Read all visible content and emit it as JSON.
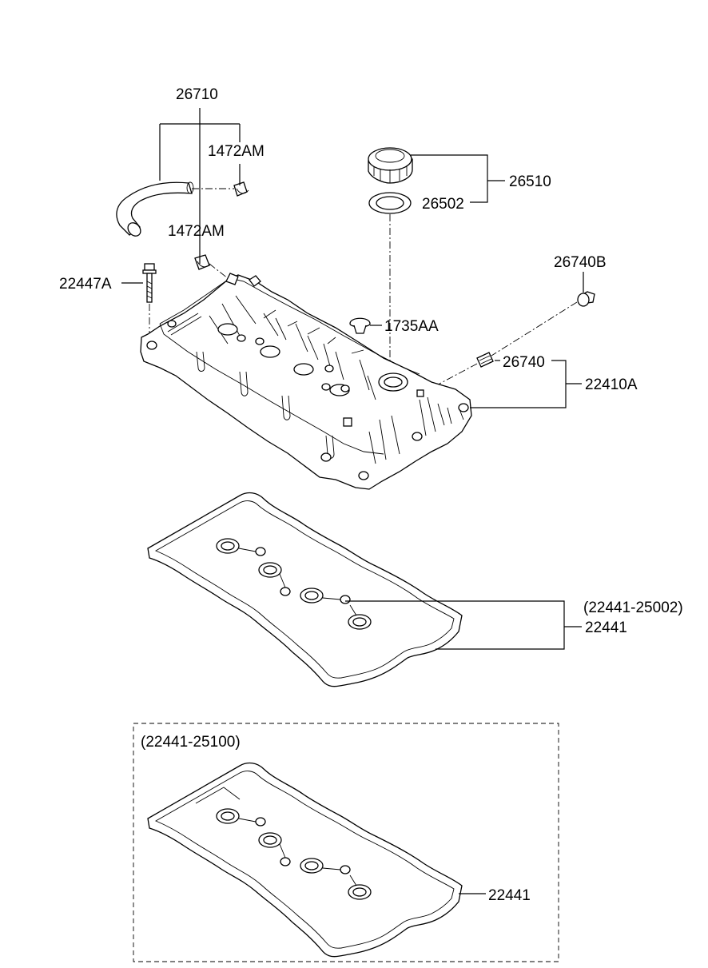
{
  "labels": {
    "hose": "26710",
    "clamp_upper": "1472AM",
    "clamp_lower": "1472AM",
    "bolt": "22447A",
    "filler_cap": "26510",
    "cap_seal": "26502",
    "plug": "26740B",
    "breather_plug": "1735AA",
    "pcv_valve": "26740",
    "cover_assy": "22410A",
    "gasket_alt_code": "(22441-25002)",
    "gasket": "22441",
    "box_code": "(22441-25100)",
    "box_gasket": "22441"
  }
}
